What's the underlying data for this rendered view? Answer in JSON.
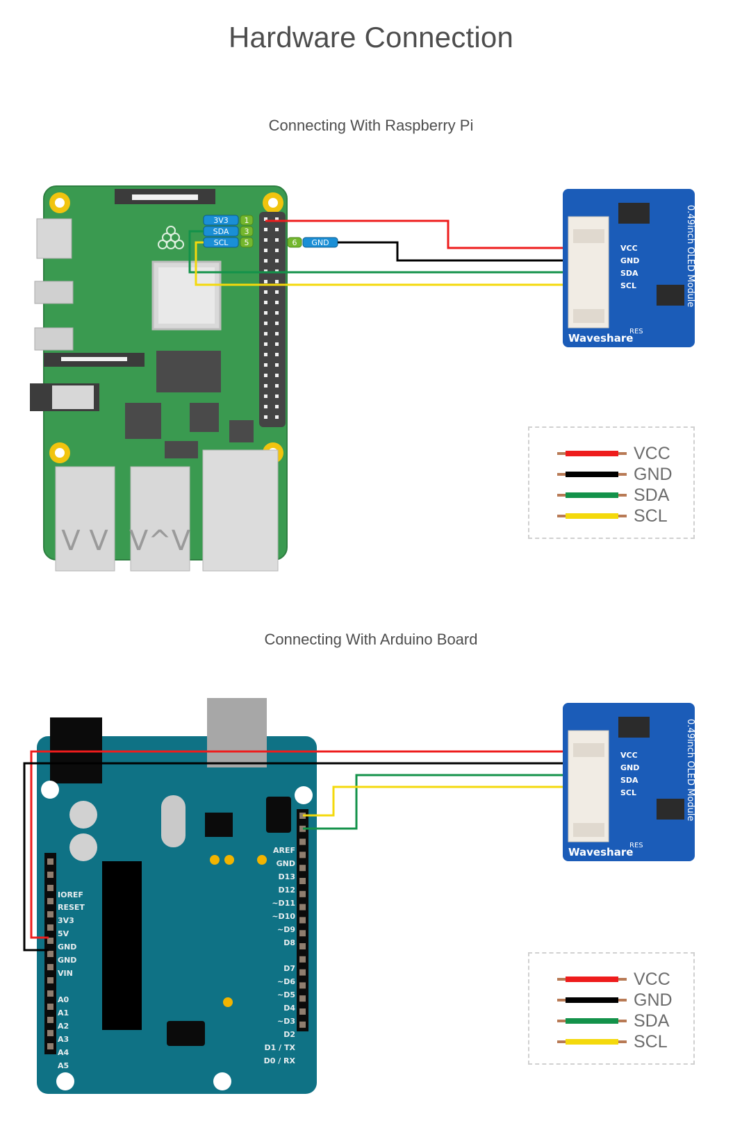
{
  "page": {
    "title": "Hardware Connection"
  },
  "sections": [
    {
      "subtitle": "Connecting With Raspberry Pi",
      "host_board": "Raspberry Pi",
      "pin_labels": [
        {
          "name": "3V3",
          "pin": "1"
        },
        {
          "name": "SDA",
          "pin": "3"
        },
        {
          "name": "SCL",
          "pin": "5"
        },
        {
          "name": "GND",
          "pin": "6"
        }
      ],
      "module": {
        "brand": "Waveshare",
        "name": "0.49inch OLED Module",
        "pins": [
          "VCC",
          "GND",
          "SDA",
          "SCL"
        ],
        "res_label": "RES"
      },
      "legend": [
        {
          "label": "VCC",
          "color": "#ee1c1c"
        },
        {
          "label": "GND",
          "color": "#000000"
        },
        {
          "label": "SDA",
          "color": "#13924a"
        },
        {
          "label": "SCL",
          "color": "#f4d90c"
        }
      ]
    },
    {
      "subtitle": "Connecting With Arduino Board",
      "host_board": "Arduino",
      "left_header_labels": [
        "IOREF",
        "RESET",
        "3V3",
        "5V",
        "GND",
        "GND",
        "VIN",
        "A0",
        "A1",
        "A2",
        "A3",
        "A4",
        "A5"
      ],
      "right_header_labels": [
        "AREF",
        "GND",
        "D13",
        "D12",
        "~D11",
        "~D10",
        "~D9",
        "D8",
        "D7",
        "~D6",
        "~D5",
        "D4",
        "~D3",
        "D2",
        "D1 / TX",
        "D0 / RX"
      ],
      "module": {
        "brand": "Waveshare",
        "name": "0.49inch OLED Module",
        "pins": [
          "VCC",
          "GND",
          "SDA",
          "SCL"
        ],
        "res_label": "RES"
      },
      "legend": [
        {
          "label": "VCC",
          "color": "#ee1c1c"
        },
        {
          "label": "GND",
          "color": "#000000"
        },
        {
          "label": "SDA",
          "color": "#13924a"
        },
        {
          "label": "SCL",
          "color": "#f4d90c"
        }
      ]
    }
  ],
  "colors": {
    "vcc": "#ee1c1c",
    "gnd": "#000000",
    "sda": "#13924a",
    "scl": "#f4d90c",
    "rpi_board": "#3a9a50",
    "arduino_board": "#0f7285",
    "oled_board": "#1b5cb8"
  }
}
